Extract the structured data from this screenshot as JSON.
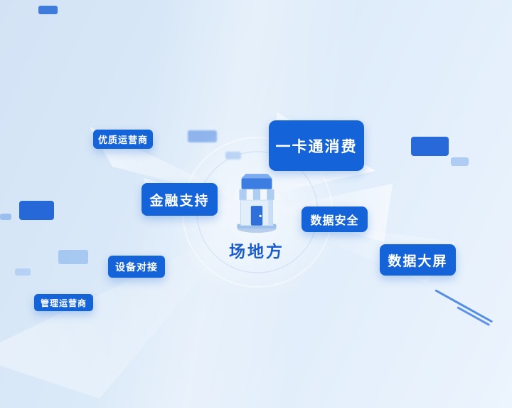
{
  "center": {
    "label": "场地方",
    "icon": "storefront-icon"
  },
  "nodes": [
    {
      "id": "premium-operator",
      "label": "优质运营商"
    },
    {
      "id": "card-consumption",
      "label": "一卡通消费"
    },
    {
      "id": "financial-support",
      "label": "金融支持"
    },
    {
      "id": "data-security",
      "label": "数据安全"
    },
    {
      "id": "data-dashboard",
      "label": "数据大屏"
    },
    {
      "id": "device-connection",
      "label": "设备对接"
    },
    {
      "id": "management-operator",
      "label": "管理运营商"
    }
  ],
  "colors": {
    "node_background": "#1563d9",
    "node_text": "#ffffff",
    "center_label": "#1a5ccd",
    "background_light": "#ecf4fd",
    "background_dark": "#d3e3f5",
    "accent_rect": "#2e6fd8"
  }
}
